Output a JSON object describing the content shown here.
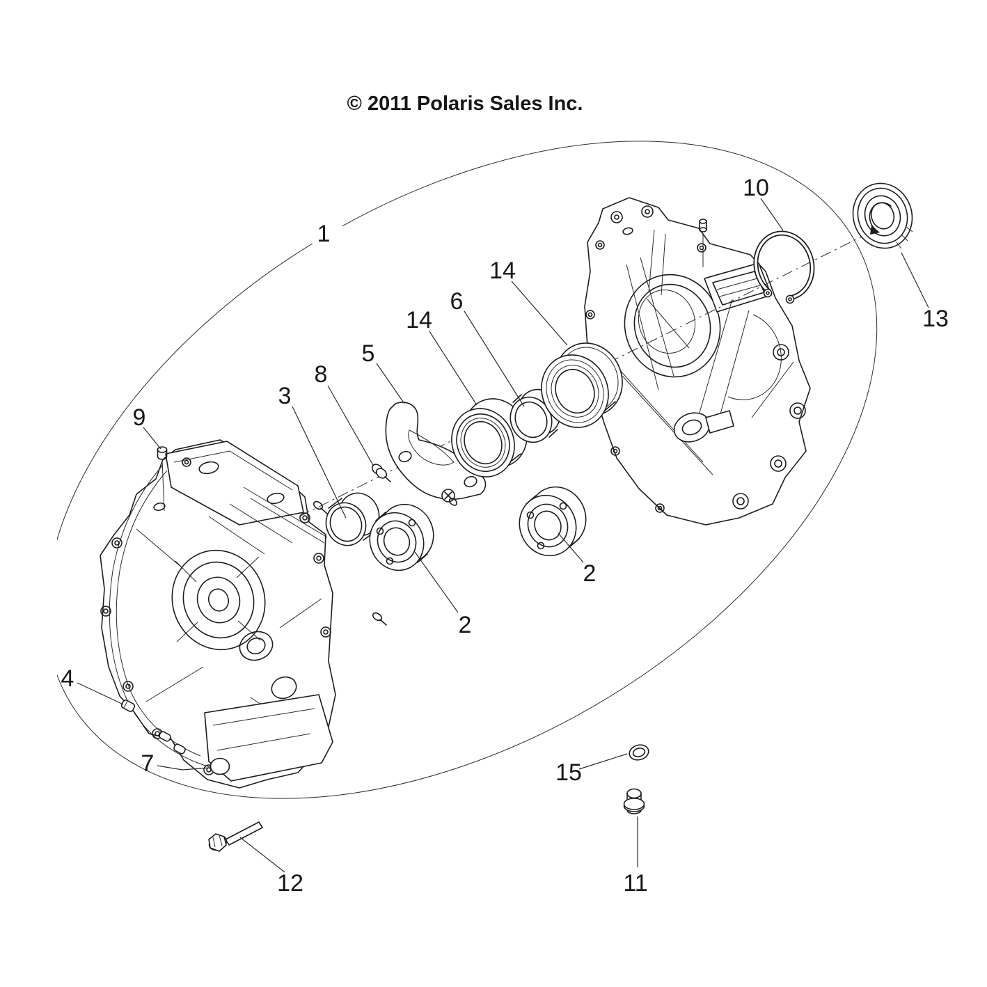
{
  "copyright": "© 2011 Polaris Sales Inc.",
  "diagram": {
    "type": "exploded-parts-view",
    "subject": "crankcase",
    "callouts": [
      {
        "ref": "1",
        "part": "crankcase-assembly"
      },
      {
        "ref": "2",
        "part": "ball-bearing-front"
      },
      {
        "ref": "2",
        "part": "ball-bearing-rear"
      },
      {
        "ref": "3",
        "part": "bushing"
      },
      {
        "ref": "4",
        "part": "dowel-pin-lower"
      },
      {
        "ref": "5",
        "part": "bearing-retainer-plate"
      },
      {
        "ref": "6",
        "part": "spacer-ring"
      },
      {
        "ref": "7",
        "part": "cap-plug"
      },
      {
        "ref": "8",
        "part": "retainer-screw"
      },
      {
        "ref": "9",
        "part": "dowel-pin-top"
      },
      {
        "ref": "10",
        "part": "snap-ring"
      },
      {
        "ref": "11",
        "part": "drain-plug"
      },
      {
        "ref": "12",
        "part": "flange-bolt"
      },
      {
        "ref": "13",
        "part": "oil-seal"
      },
      {
        "ref": "14",
        "part": "bearing-inner"
      },
      {
        "ref": "14",
        "part": "bearing-outer"
      },
      {
        "ref": "15",
        "part": "sealing-washer"
      }
    ]
  }
}
